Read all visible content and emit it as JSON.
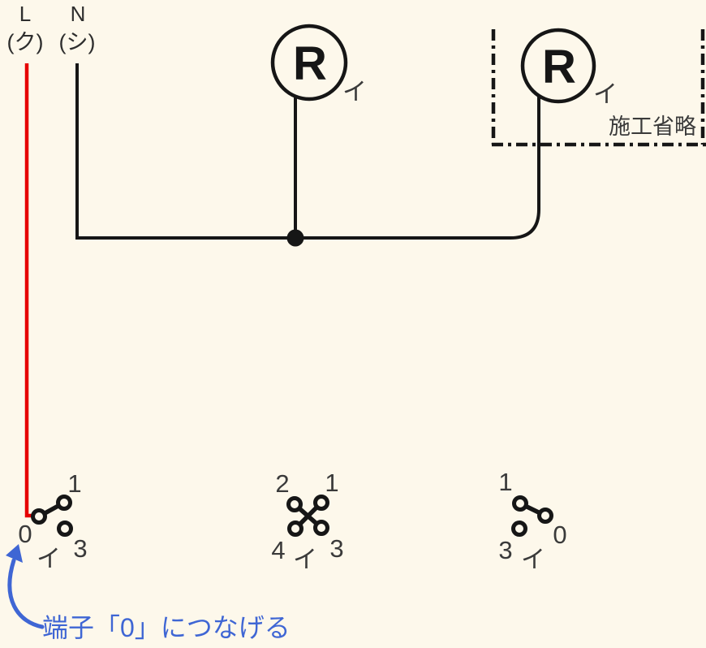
{
  "canvas": {
    "background": "#FDF8EB"
  },
  "colors": {
    "wire_black": "#161616",
    "wire_red": "#E60000",
    "annotation_blue": "#3F66D4",
    "label_gray": "#3A3A3A"
  },
  "power": {
    "live_letter": "L",
    "live_kana": "(ク)",
    "neutral_letter": "N",
    "neutral_kana": "(シ)"
  },
  "lamps": [
    {
      "symbol": "R",
      "circuit": "イ"
    },
    {
      "symbol": "R",
      "circuit": "イ"
    }
  ],
  "omission_box": {
    "label": "施工省略"
  },
  "switches": [
    {
      "type": "3-way",
      "circuit": "イ",
      "labels": {
        "t1": "1",
        "t0": "0",
        "t3": "3"
      }
    },
    {
      "type": "4-way",
      "circuit": "イ",
      "labels": {
        "t1": "1",
        "t2": "2",
        "t3": "3",
        "t4": "4"
      }
    },
    {
      "type": "3-way",
      "circuit": "イ",
      "labels": {
        "t1": "1",
        "t0": "0",
        "t3": "3"
      }
    }
  ],
  "annotation": {
    "text": "端子「0」につなげる"
  }
}
